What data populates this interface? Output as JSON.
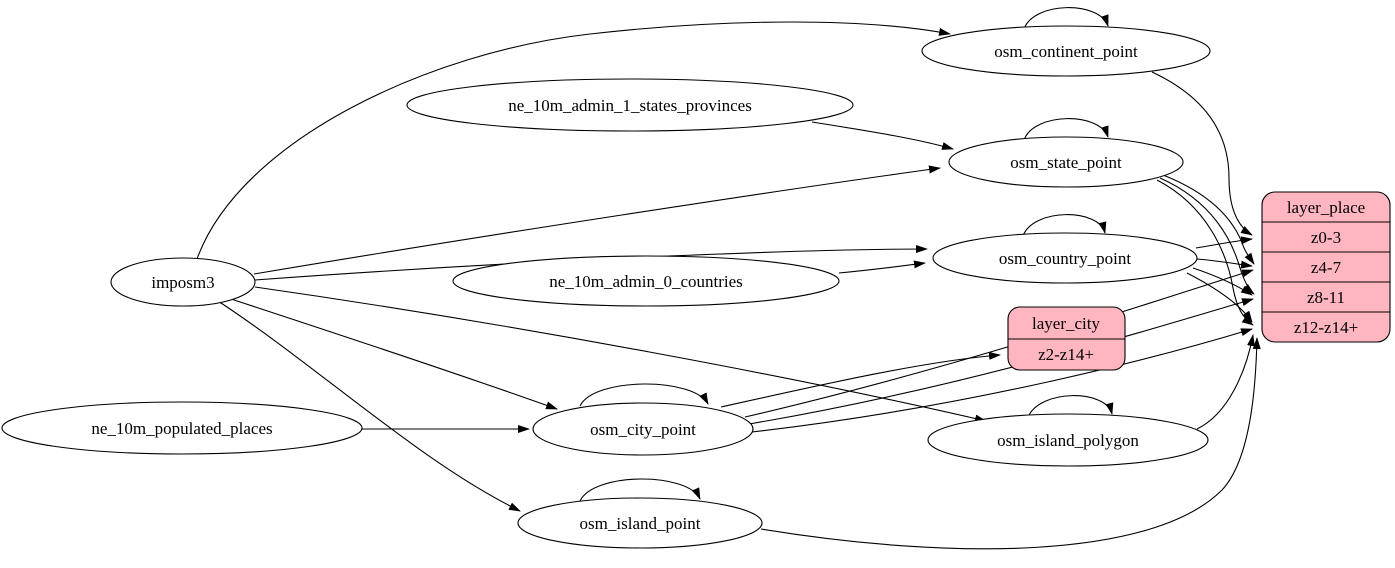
{
  "diagram": {
    "type": "etl-graph",
    "colors": {
      "background": "#ffffff",
      "stroke": "#000000",
      "ellipse_fill": "#ffffff",
      "record_fill": "#ffb6c1"
    },
    "nodes": {
      "imposm3": {
        "label": "imposm3",
        "shape": "ellipse"
      },
      "ne_10m_admin_1_states_provinces": {
        "label": "ne_10m_admin_1_states_provinces",
        "shape": "ellipse"
      },
      "ne_10m_admin_0_countries": {
        "label": "ne_10m_admin_0_countries",
        "shape": "ellipse"
      },
      "ne_10m_populated_places": {
        "label": "ne_10m_populated_places",
        "shape": "ellipse"
      },
      "osm_continent_point": {
        "label": "osm_continent_point",
        "shape": "ellipse"
      },
      "osm_state_point": {
        "label": "osm_state_point",
        "shape": "ellipse"
      },
      "osm_country_point": {
        "label": "osm_country_point",
        "shape": "ellipse"
      },
      "osm_city_point": {
        "label": "osm_city_point",
        "shape": "ellipse"
      },
      "osm_island_polygon": {
        "label": "osm_island_polygon",
        "shape": "ellipse"
      },
      "osm_island_point": {
        "label": "osm_island_point",
        "shape": "ellipse"
      },
      "layer_city": {
        "label": "layer_city",
        "shape": "record",
        "rows": [
          "z2-z14+"
        ]
      },
      "layer_place": {
        "label": "layer_place",
        "shape": "record",
        "rows": [
          "z0-3",
          "z4-7",
          "z8-11",
          "z12-z14+"
        ]
      }
    },
    "edges": [
      {
        "from": "imposm3",
        "to": "osm_continent_point"
      },
      {
        "from": "imposm3",
        "to": "osm_state_point"
      },
      {
        "from": "imposm3",
        "to": "osm_country_point"
      },
      {
        "from": "imposm3",
        "to": "osm_city_point"
      },
      {
        "from": "imposm3",
        "to": "osm_island_polygon"
      },
      {
        "from": "imposm3",
        "to": "osm_island_point"
      },
      {
        "from": "ne_10m_admin_1_states_provinces",
        "to": "osm_state_point"
      },
      {
        "from": "ne_10m_admin_0_countries",
        "to": "osm_country_point"
      },
      {
        "from": "ne_10m_populated_places",
        "to": "osm_city_point"
      },
      {
        "from": "osm_continent_point",
        "to": "osm_continent_point"
      },
      {
        "from": "osm_state_point",
        "to": "osm_state_point"
      },
      {
        "from": "osm_country_point",
        "to": "osm_country_point"
      },
      {
        "from": "osm_city_point",
        "to": "osm_city_point"
      },
      {
        "from": "osm_island_polygon",
        "to": "osm_island_polygon"
      },
      {
        "from": "osm_island_point",
        "to": "osm_island_point"
      },
      {
        "from": "osm_continent_point",
        "to": "layer_place:z0-3"
      },
      {
        "from": "osm_state_point",
        "to": "layer_place:z4-7"
      },
      {
        "from": "osm_state_point",
        "to": "layer_place:z8-11"
      },
      {
        "from": "osm_state_point",
        "to": "layer_place:z12-z14+"
      },
      {
        "from": "osm_country_point",
        "to": "layer_place:z0-3"
      },
      {
        "from": "osm_country_point",
        "to": "layer_place:z4-7"
      },
      {
        "from": "osm_country_point",
        "to": "layer_place:z8-11"
      },
      {
        "from": "osm_country_point",
        "to": "layer_place:z12-z14+"
      },
      {
        "from": "osm_city_point",
        "to": "layer_city:z2-z14+"
      },
      {
        "from": "osm_city_point",
        "to": "layer_place:z4-7"
      },
      {
        "from": "osm_city_point",
        "to": "layer_place:z8-11"
      },
      {
        "from": "osm_city_point",
        "to": "layer_place:z12-z14+"
      },
      {
        "from": "osm_island_polygon",
        "to": "layer_place:z12-z14+"
      },
      {
        "from": "osm_island_point",
        "to": "layer_place:z12-z14+"
      }
    ]
  }
}
